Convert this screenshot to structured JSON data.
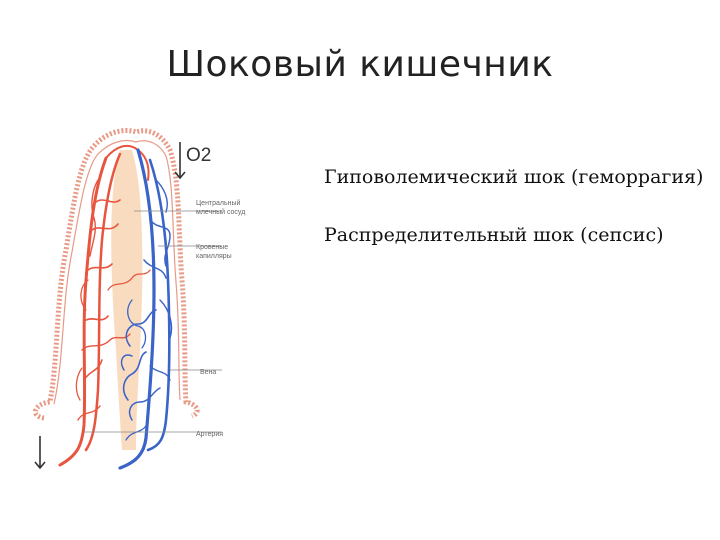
{
  "slide": {
    "title": "Шоковый кишечник",
    "items": [
      "Гиповолемический шок (геморрагия)",
      "Распределительный шок (сепсис)"
    ]
  },
  "figure": {
    "o2_label": "O2",
    "labels": {
      "lacteal": [
        "Центральный",
        "млечный сосуд"
      ],
      "capillaries": [
        "Кровеные",
        "капилляры"
      ],
      "vein": "Вена",
      "artery": "Артерия"
    },
    "colors": {
      "artery": "#e8553f",
      "vein": "#3a64c8",
      "epithelium": "#e89a86",
      "lacteal": "#f8d6b4"
    }
  }
}
